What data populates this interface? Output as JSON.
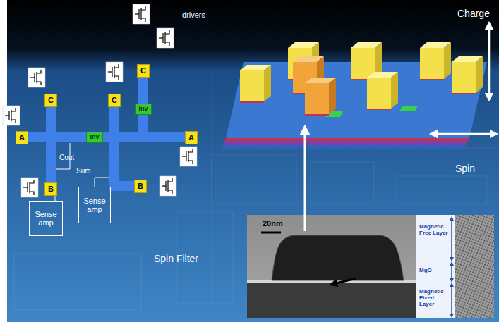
{
  "diagram": {
    "nodes": [
      {
        "text": [
          "C"
        ]
      },
      {
        "text": [
          "C"
        ]
      },
      {
        "text": [
          "C"
        ]
      },
      {
        "text": [
          "Inv"
        ]
      },
      {
        "text": [
          "A"
        ]
      },
      {
        "text": [
          "Inv"
        ]
      },
      {
        "text": [
          "A"
        ]
      },
      {
        "text": [
          "B"
        ]
      },
      {
        "text": [
          "B"
        ]
      },
      {
        "text": [
          "Sense amp"
        ]
      },
      {
        "text": [
          "Sense amp"
        ]
      }
    ],
    "edges": [
      {
        "from": 4,
        "to": 5,
        "arrow": "none"
      },
      {
        "from": 5,
        "to": 6,
        "arrow": "none"
      },
      {
        "from": 1,
        "to": 8,
        "arrow": "none"
      },
      {
        "from": 2,
        "to": 7,
        "arrow": "none"
      },
      {
        "from": 0,
        "to": 3,
        "arrow": "none"
      },
      {
        "from": 3,
        "to": 6,
        "arrow": "none"
      }
    ],
    "labels": [
      "drivers",
      "Cout",
      "Sum",
      "Spin Filter",
      "Charge",
      "Spin",
      "20nm",
      "Magnetic Free Layer",
      "MgO",
      "Magnetic Fixed Layer"
    ]
  }
}
